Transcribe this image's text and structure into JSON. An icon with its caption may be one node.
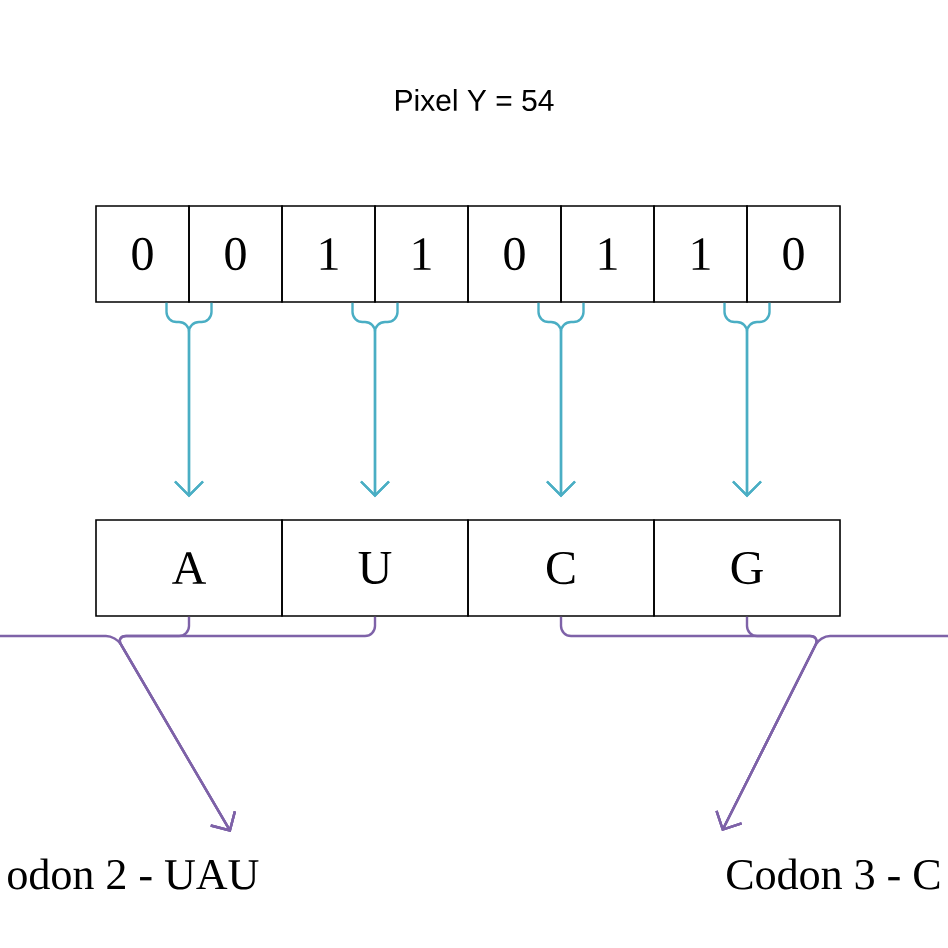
{
  "diagram": {
    "title": "Pixel Y = 54",
    "nodes": [
      {
        "text": [
          "0"
        ]
      },
      {
        "text": [
          "0"
        ]
      },
      {
        "text": [
          "1"
        ]
      },
      {
        "text": [
          "1"
        ]
      },
      {
        "text": [
          "0"
        ]
      },
      {
        "text": [
          "1"
        ]
      },
      {
        "text": [
          "1"
        ]
      },
      {
        "text": [
          "0"
        ]
      },
      {
        "text": [
          "A"
        ]
      },
      {
        "text": [
          "U"
        ]
      },
      {
        "text": [
          "C"
        ]
      },
      {
        "text": [
          "G"
        ]
      },
      {
        "text": [
          "odon 2 - UAU"
        ]
      },
      {
        "text": [
          "Codon 3 - C"
        ]
      }
    ],
    "edges": [
      {
        "from": 0,
        "to": 8,
        "arrow": "to"
      },
      {
        "from": 1,
        "to": 8,
        "arrow": "to"
      },
      {
        "from": 2,
        "to": 9,
        "arrow": "to"
      },
      {
        "from": 3,
        "to": 9,
        "arrow": "to"
      },
      {
        "from": 4,
        "to": 10,
        "arrow": "to"
      },
      {
        "from": 5,
        "to": 10,
        "arrow": "to"
      },
      {
        "from": 6,
        "to": 11,
        "arrow": "to"
      },
      {
        "from": 7,
        "to": 11,
        "arrow": "to"
      },
      {
        "from": null,
        "to": 12,
        "arrow": "to",
        "color": "#7e62a8"
      },
      {
        "from": 8,
        "to": 12,
        "arrow": "to",
        "color": "#7e62a8"
      },
      {
        "from": 9,
        "to": 12,
        "arrow": "to",
        "color": "#7e62a8"
      },
      {
        "from": 10,
        "to": 13,
        "arrow": "to",
        "color": "#7e62a8"
      },
      {
        "from": 11,
        "to": 13,
        "arrow": "to",
        "color": "#7e62a8"
      },
      {
        "from": null,
        "to": 13,
        "arrow": "to",
        "color": "#7e62a8"
      }
    ]
  }
}
